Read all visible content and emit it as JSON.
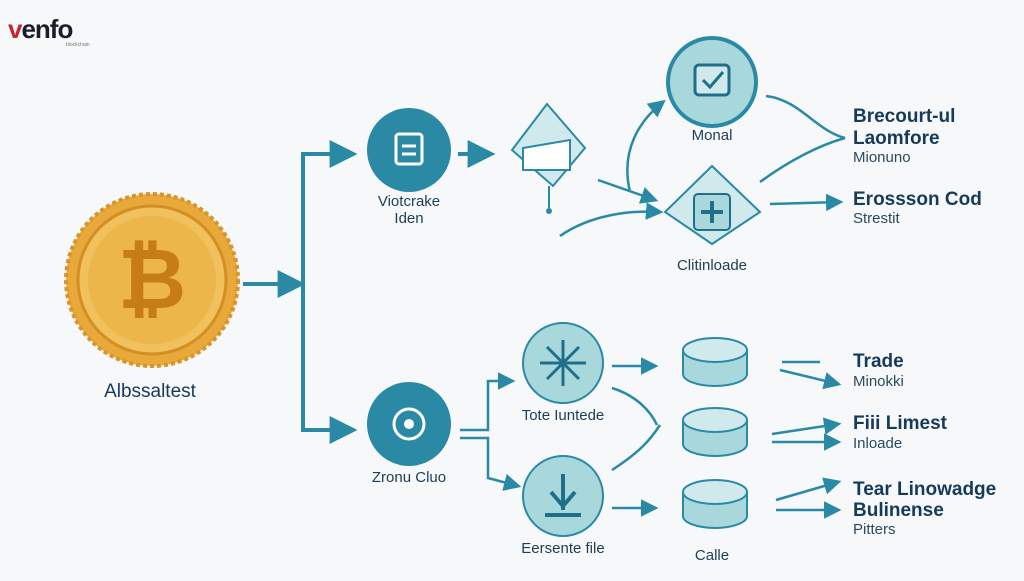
{
  "logo": {
    "text_v": "v",
    "text_rest": "enfo",
    "tagline": "blockchain"
  },
  "coin": {
    "label": "Albssaltest",
    "symbol": "₿"
  },
  "nodes": {
    "viewerake": {
      "label_line1": "Viotcrake",
      "label_line2": "Iden"
    },
    "zronu": {
      "label": "Zronu Cluo"
    },
    "monal": {
      "label": "Monal"
    },
    "clitin": {
      "label": "Clitinloade"
    },
    "tote": {
      "label": "Tote Iuntede"
    },
    "eersente": {
      "label": "Eersente file"
    },
    "calle": {
      "label": "Calle"
    }
  },
  "outputs": [
    {
      "title_line1": "Brecourt-ul",
      "title_line2": "Laomfore",
      "sub": "Mionuno"
    },
    {
      "title_line1": "Erossson Cod",
      "sub": "Strestit"
    },
    {
      "title_line1": "Trade",
      "sub": "Minokki"
    },
    {
      "title_line1": "Fiii Limest",
      "sub": "Inloade"
    },
    {
      "title_line1": "Tear Linowadge",
      "title_line2": "Bulinense",
      "sub": "Pitters"
    }
  ],
  "colors": {
    "accent": "#2a8aa6",
    "accent_dark": "#1f6f8b",
    "teal_light": "#a9d8dc",
    "coin_gold": "#e8a93a",
    "coin_inner": "#f0c25e",
    "arrow": "#2a8aa6"
  }
}
